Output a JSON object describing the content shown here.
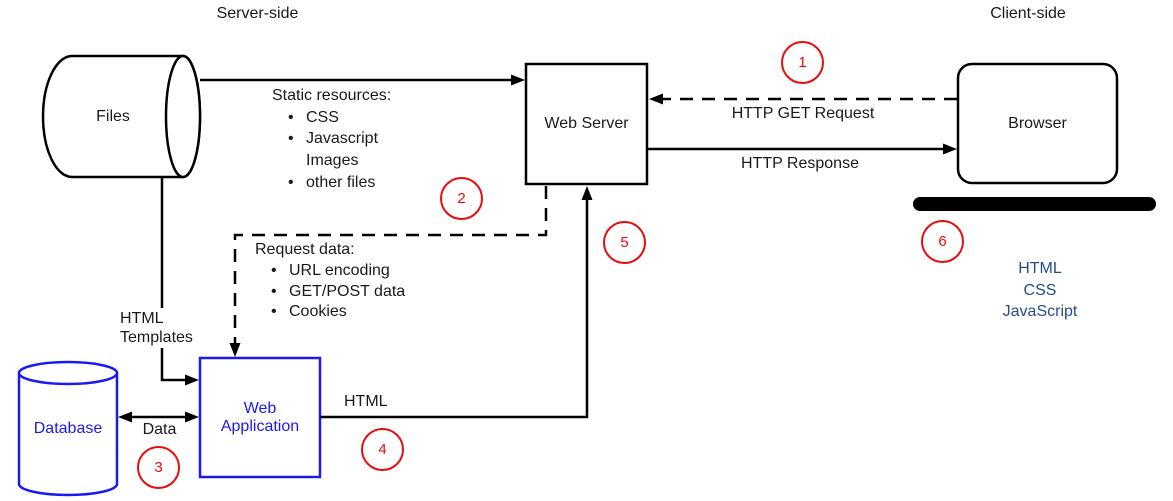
{
  "title_labels": {
    "server_side": "Server-side",
    "client_side": "Client-side"
  },
  "nodes": {
    "files": "Files",
    "web_server": "Web Server",
    "browser": "Browser",
    "database": "Database",
    "web_application": "Web Application"
  },
  "annotations": {
    "static_resources": {
      "title": "Static resources:",
      "items": [
        "CSS",
        "Javascript",
        "Images",
        "other files"
      ]
    },
    "request_data": {
      "title": "Request data:",
      "items": [
        "URL encoding",
        "GET/POST data",
        "Cookies"
      ]
    }
  },
  "edge_labels": {
    "http_get_request": "HTTP GET Request",
    "http_response": "HTTP Response",
    "html_templates": "HTML Templates",
    "data": "Data",
    "html": "HTML"
  },
  "browser_output": [
    "HTML",
    "CSS",
    "JavaScript"
  ],
  "steps": [
    "1",
    "2",
    "3",
    "4",
    "5",
    "6"
  ],
  "icons": {
    "bullet": "•"
  },
  "colors": {
    "line_black": "#000000",
    "node_accent_blue": "#1a1aee",
    "step_circle_red": "#e60d0d",
    "client_tech_blue": "#234e87"
  }
}
